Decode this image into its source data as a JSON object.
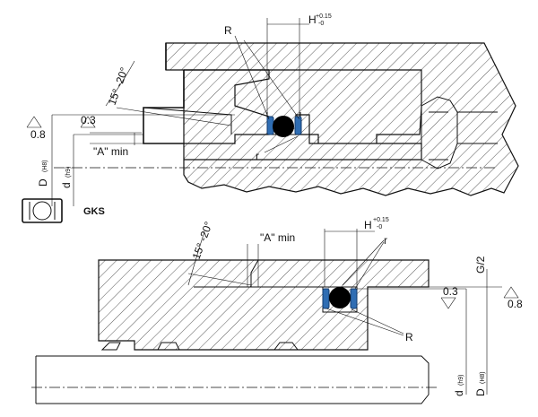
{
  "top": {
    "label_R": "R",
    "label_H": "H",
    "label_tol_plus": "+0.15",
    "label_tol_minus": "-0",
    "label_angle": "15° -20°",
    "label_finish_08": "0.8",
    "label_finish_03": "0.3",
    "label_a_min": "\"A\" min",
    "label_r": "r",
    "label_D": "D",
    "label_D_fit": "(H8)",
    "label_d": "d",
    "label_d_fit": "(h9)"
  },
  "profile": {
    "label": "GKS"
  },
  "bottom": {
    "label_angle": "15° -20°",
    "label_a_min": "\"A\" min",
    "label_H": "H",
    "label_tol_plus": "+0.15",
    "label_tol_minus": "-0",
    "label_r": "r",
    "label_G2": "G/2",
    "label_finish_03": "0.3",
    "label_finish_08": "0.8",
    "label_R": "R",
    "label_d": "d",
    "label_d_fit": "(h9)",
    "label_D": "D",
    "label_D_fit": "(H8)"
  },
  "colors": {
    "guide_ring": "#2f6db3",
    "o_ring": "#000000"
  }
}
